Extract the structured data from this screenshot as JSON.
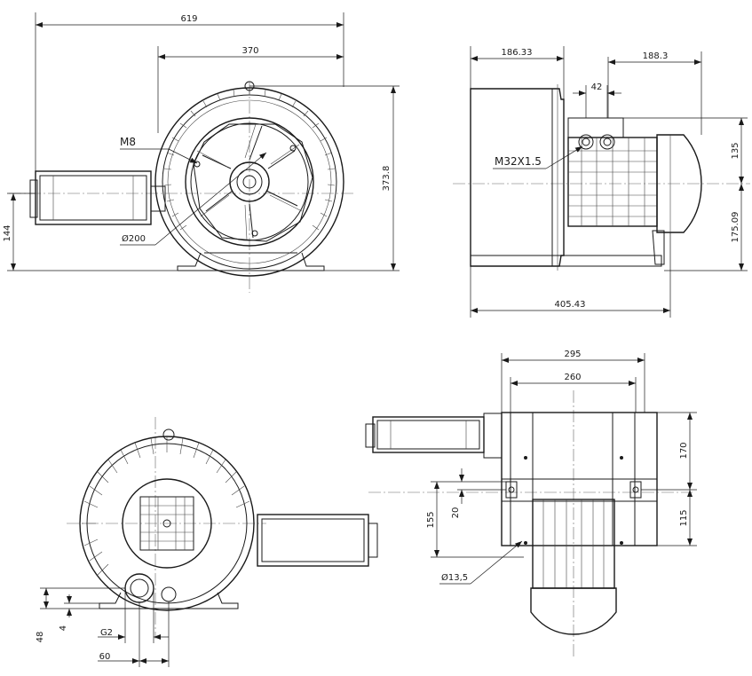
{
  "dims": {
    "front": {
      "overall_width": "619",
      "housing_width": "370",
      "height": "373.8",
      "motor_axis_height": "144",
      "thread_label": "M8",
      "diameter_label": "Ø200"
    },
    "side": {
      "left": "186.33",
      "right": "188.3",
      "offset": "42",
      "thread_label": "M32X1.5",
      "upper_height": "135",
      "lower_height": "175.09",
      "overall_length": "405.43"
    },
    "rear": {
      "height_48": "48",
      "offset_4": "4",
      "pipe_label": "G2",
      "pipe_offset": "60"
    },
    "top": {
      "width_295": "295",
      "width_260": "260",
      "height_170": "170",
      "height_115": "115",
      "height_155": "155",
      "height_20": "20",
      "hole_label": "Ø13,5"
    }
  }
}
